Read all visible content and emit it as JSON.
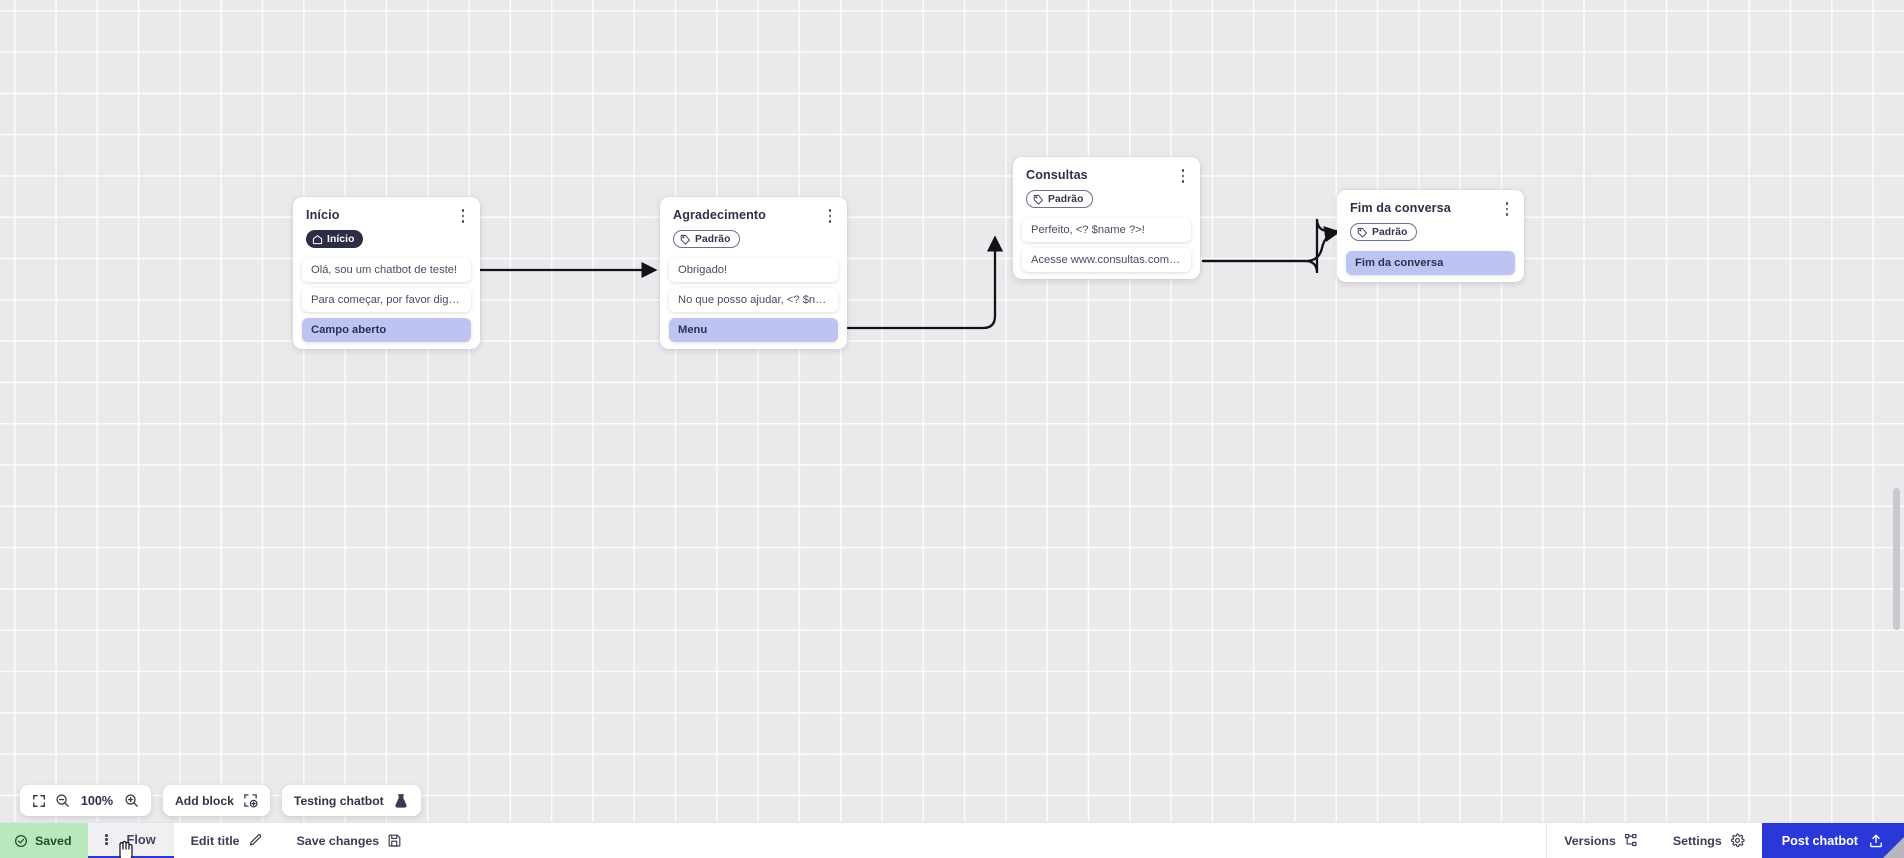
{
  "canvas": {
    "nodes": [
      {
        "id": "inicio",
        "title": "Início",
        "badge": {
          "label": "Início",
          "icon": "home-icon",
          "style": "start"
        },
        "rows": [
          {
            "text": "Olá, sou um chatbot de teste!",
            "highlight": false
          },
          {
            "text": "Para começar, por favor digite o ...",
            "highlight": false
          },
          {
            "text": "Campo aberto",
            "highlight": true
          }
        ]
      },
      {
        "id": "agradecimento",
        "title": "Agradecimento",
        "badge": {
          "label": "Padrão",
          "icon": "tag-icon",
          "style": "pattern"
        },
        "rows": [
          {
            "text": "Obrigado!",
            "highlight": false
          },
          {
            "text": "No que posso ajudar, <? $name ...",
            "highlight": false
          },
          {
            "text": "Menu",
            "highlight": true
          }
        ]
      },
      {
        "id": "consultas",
        "title": "Consultas",
        "badge": {
          "label": "Padrão",
          "icon": "tag-icon",
          "style": "pattern"
        },
        "rows": [
          {
            "text": "Perfeito, <? $name ?>!",
            "highlight": false
          },
          {
            "text": "Acesse www.consultas.com par...",
            "highlight": false
          }
        ]
      },
      {
        "id": "fim",
        "title": "Fim da conversa",
        "badge": {
          "label": "Padrão",
          "icon": "tag-icon",
          "style": "pattern"
        },
        "rows": [
          {
            "text": "Fim da conversa",
            "highlight": true
          }
        ]
      }
    ]
  },
  "toolbar": {
    "fit_icon": "fit-screen-icon",
    "zoom_out_icon": "zoom-out-icon",
    "zoom_level": "100%",
    "zoom_in_icon": "zoom-in-icon",
    "add_block_label": "Add block",
    "add_block_icon": "add-block-icon",
    "testing_label": "Testing chatbot",
    "testing_icon": "flask-icon"
  },
  "bottombar": {
    "saved_label": "Saved",
    "saved_icon": "check-circle-icon",
    "flow_kebab_icon": "kebab-icon",
    "flow_label": "Flow",
    "edit_title_label": "Edit title",
    "edit_title_icon": "pencil-icon",
    "save_changes_label": "Save changes",
    "save_changes_icon": "floppy-icon",
    "versions_label": "Versions",
    "versions_icon": "branch-icon",
    "settings_label": "Settings",
    "settings_icon": "gear-icon",
    "post_label": "Post chatbot",
    "post_icon": "upload-icon"
  },
  "colors": {
    "accent": "#2b38d8",
    "saved_bg": "#b8e8bc",
    "highlight_row": "#bec4f1",
    "start_badge": "#2c2e46",
    "canvas_bg": "#eaeaec"
  }
}
